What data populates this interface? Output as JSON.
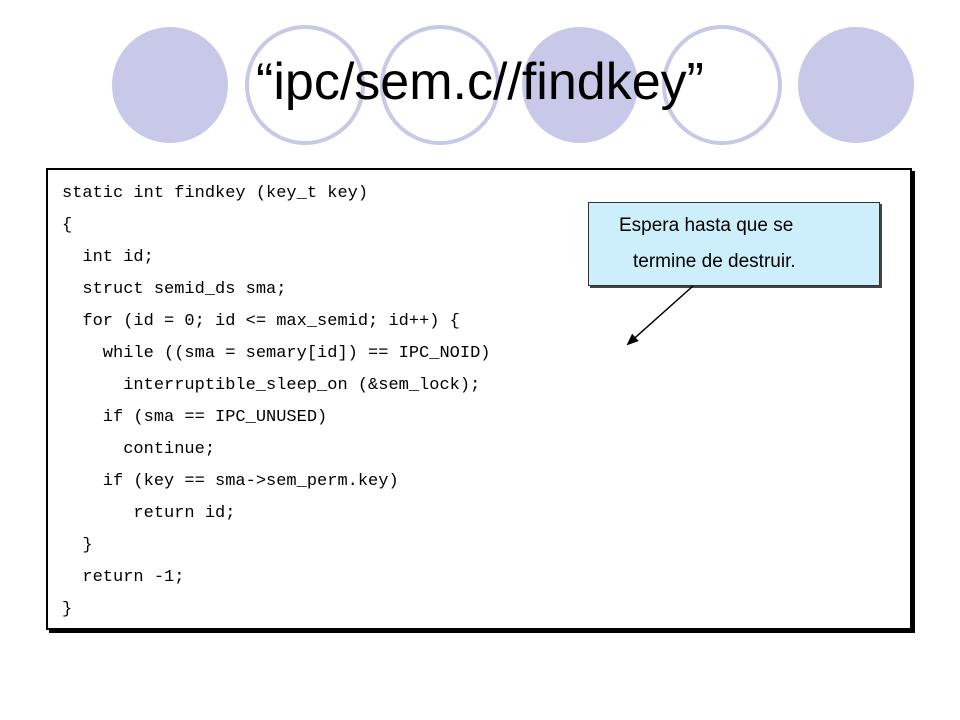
{
  "slide": {
    "title": "“ipc/sem.c//findkey”",
    "theme": {
      "circle_fill": "#c8c8e8",
      "circle_outline": "#c8c8e8",
      "callout_fill": "#cdeffc"
    },
    "code_lines": [
      "static int findkey (key_t key)",
      "{",
      "  int id;",
      "  struct semid_ds sma;",
      "  for (id = 0; id <= max_semid; id++) {",
      "    while ((sma = semary[id]) == IPC_NOID)",
      "      interruptible_sleep_on (&sem_lock);",
      "    if (sma == IPC_UNUSED)",
      "      continue;",
      "    if (key == sma->sem_perm.key)",
      "       return id;",
      "  }",
      "  return -1;",
      "}"
    ],
    "callout": {
      "line1": "Espera hasta que se",
      "line2": "termine de destruir."
    }
  }
}
